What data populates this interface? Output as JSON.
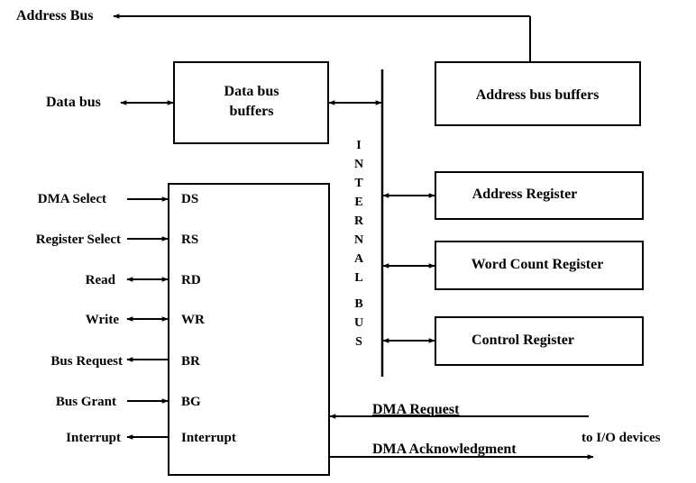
{
  "external": {
    "address_bus": "Address Bus",
    "data_bus": "Data bus",
    "to_io_devices": "to I/O devices"
  },
  "blocks": {
    "data_bus_buffers": [
      "Data bus",
      "buffers"
    ],
    "address_bus_buffers": "Address bus buffers",
    "address_register": "Address Register",
    "word_count_register": "Word Count Register",
    "control_register": "Control Register"
  },
  "internal_bus_letters": [
    "I",
    "N",
    "T",
    "E",
    "R",
    "N",
    "A",
    "L",
    "B",
    "U",
    "S"
  ],
  "control_signals": [
    {
      "name": "DMA Select",
      "pin": "DS",
      "direction": "in"
    },
    {
      "name": "Register Select",
      "pin": "RS",
      "direction": "in"
    },
    {
      "name": "Read",
      "pin": "RD",
      "direction": "bidirectional"
    },
    {
      "name": "Write",
      "pin": "WR",
      "direction": "bidirectional"
    },
    {
      "name": "Bus Request",
      "pin": "BR",
      "direction": "out"
    },
    {
      "name": "Bus Grant",
      "pin": "BG",
      "direction": "in"
    },
    {
      "name": "Interrupt",
      "pin": "Interrupt",
      "direction": "out"
    }
  ],
  "io_signals": {
    "dma_request": "DMA Request",
    "dma_acknowledgment": "DMA Acknowledgment"
  }
}
